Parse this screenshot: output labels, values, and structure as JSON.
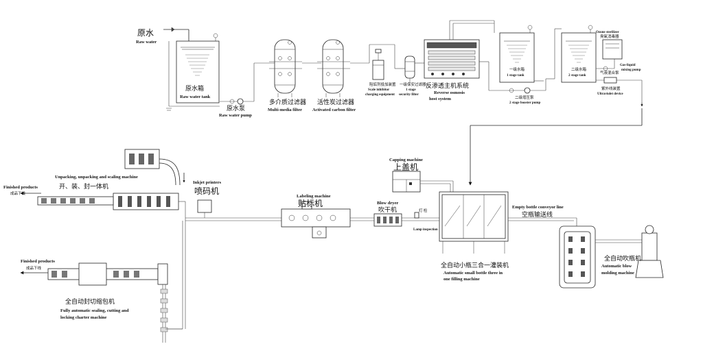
{
  "water_treatment": {
    "raw_water": {
      "cn": "原水",
      "en": "Raw water"
    },
    "raw_water_tank": {
      "cn": "原水箱",
      "en": "Raw water tank"
    },
    "raw_water_pump": {
      "cn": "原水泵",
      "en": "Raw water pump"
    },
    "multimedia_filter": {
      "cn": "多介质过滤器",
      "en": "Multi-media filter"
    },
    "activated_carbon_filter": {
      "cn": "活性炭过滤器",
      "en": "Activated carbon filter"
    },
    "scale_inhibitor": {
      "cn": "阻垢剂投加装置",
      "en1": "Scale inhibitor",
      "en2": "charging equipment"
    },
    "security_filter": {
      "cn": "一级保安过滤器",
      "en1": "1 stage",
      "en2": "security filter"
    },
    "reverse_osmosis": {
      "cn": "反渗透主机系统",
      "en1": "Reverse osmosis",
      "en2": "host system"
    },
    "stage1_tank": {
      "cn": "一级水箱",
      "en": "1 stage tank"
    },
    "stage2_pump": {
      "cn": "二级增压泵",
      "en": "2 stage booster pump"
    },
    "stage2_tank": {
      "cn": "二级水箱",
      "en": "2 stage tank"
    },
    "ozone_sterilizer": {
      "en": "Ozone sterilizer",
      "cn": "臭氧消毒器"
    },
    "gas_liquid_pump": {
      "en1": "Gas-liquid",
      "en2": "mixing pump",
      "cn": "气液混合泵"
    },
    "uv_device": {
      "cn": "紫外线装置",
      "en": "Ultraviolet device"
    }
  },
  "production_line": {
    "capping_machine": {
      "en": "Capping machine",
      "cn": "上盖机"
    },
    "inkjet_printers": {
      "en": "Inkjet printers",
      "cn": "喷码机"
    },
    "labeling_machine": {
      "en": "Labeling machine",
      "cn": "贴标机"
    },
    "blow_dryer": {
      "en": "Blow dryer",
      "cn": "吹干机"
    },
    "lamp_inspection": {
      "cn": "灯 检",
      "en": "Lamp inspection"
    },
    "filling_machine": {
      "cn": "全自动小瓶三合一灌装机",
      "en1": "Automatic small bottle three in",
      "en2": "one filling machine"
    },
    "empty_bottle_conveyor": {
      "en": "Empty bottle conveyor line",
      "cn": "空瓶输送线"
    },
    "blow_molding": {
      "cn": "全自动吹瓶机",
      "en1": "Automatic blow",
      "en2": "molding machine"
    },
    "unpacking_machine": {
      "en": "Unpacking, unpacking and scaling machine",
      "cn": "开、装、封一体机"
    },
    "finished_products_1": {
      "en": "Finished products",
      "cn": "成品下线"
    },
    "finished_products_2": {
      "en": "Finished products",
      "cn": "成品下线"
    },
    "shrink_wrap_machine": {
      "cn": "全自动封切缩包机",
      "en1": "Fully automatic sealing, cutting and",
      "en2": "locking charter machine"
    }
  }
}
